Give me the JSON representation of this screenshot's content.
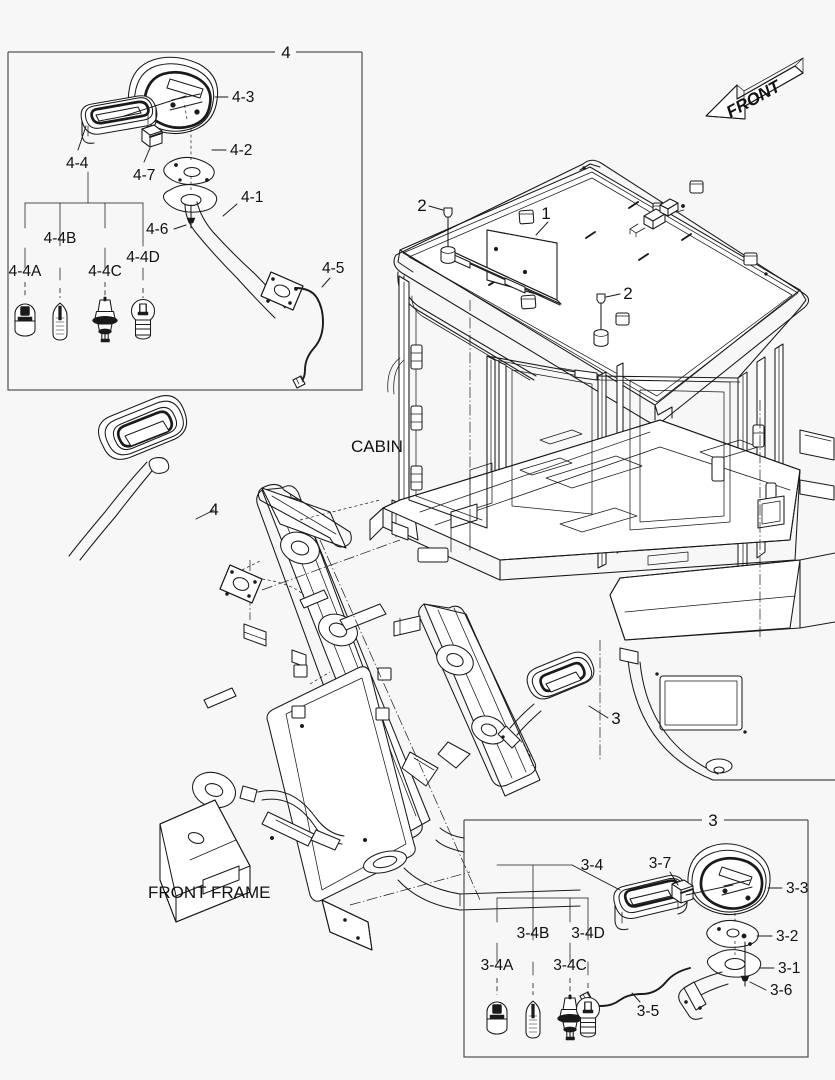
{
  "document": {
    "type": "exploded parts diagram",
    "background_color": "#f7f7f7",
    "line_color": "#1a1a1a"
  },
  "annotations": {
    "front_arrow": "FRONT",
    "cabin": "CABIN",
    "front_frame": "FRONT FRAME"
  },
  "main_callouts": [
    {
      "id": "c1",
      "label": "1"
    },
    {
      "id": "c2a",
      "label": "2"
    },
    {
      "id": "c2b",
      "label": "2"
    },
    {
      "id": "c3",
      "label": "3"
    },
    {
      "id": "c4",
      "label": "4"
    }
  ],
  "box_4": {
    "title": "4",
    "callouts": [
      {
        "label": "4-1"
      },
      {
        "label": "4-2"
      },
      {
        "label": "4-3"
      },
      {
        "label": "4-4"
      },
      {
        "label": "4-5"
      },
      {
        "label": "4-6"
      },
      {
        "label": "4-7"
      }
    ],
    "bulb_group": {
      "parent": "4-4",
      "items": [
        {
          "label": "4-4A",
          "icon": "bulb-wedge-icon"
        },
        {
          "label": "4-4B",
          "icon": "bulb-festoon-icon"
        },
        {
          "label": "4-4C",
          "icon": "bulb-halogen-icon"
        },
        {
          "label": "4-4D",
          "icon": "bulb-bayonet-icon"
        }
      ]
    }
  },
  "box_3": {
    "title": "3",
    "callouts": [
      {
        "label": "3-1"
      },
      {
        "label": "3-2"
      },
      {
        "label": "3-3"
      },
      {
        "label": "3-4"
      },
      {
        "label": "3-5"
      },
      {
        "label": "3-6"
      },
      {
        "label": "3-7"
      }
    ],
    "bulb_group": {
      "parent": "3-4",
      "items": [
        {
          "label": "3-4A",
          "icon": "bulb-wedge-icon"
        },
        {
          "label": "3-4B",
          "icon": "bulb-festoon-icon"
        },
        {
          "label": "3-4C",
          "icon": "bulb-halogen-icon"
        },
        {
          "label": "3-4D",
          "icon": "bulb-bayonet-icon"
        }
      ]
    }
  }
}
